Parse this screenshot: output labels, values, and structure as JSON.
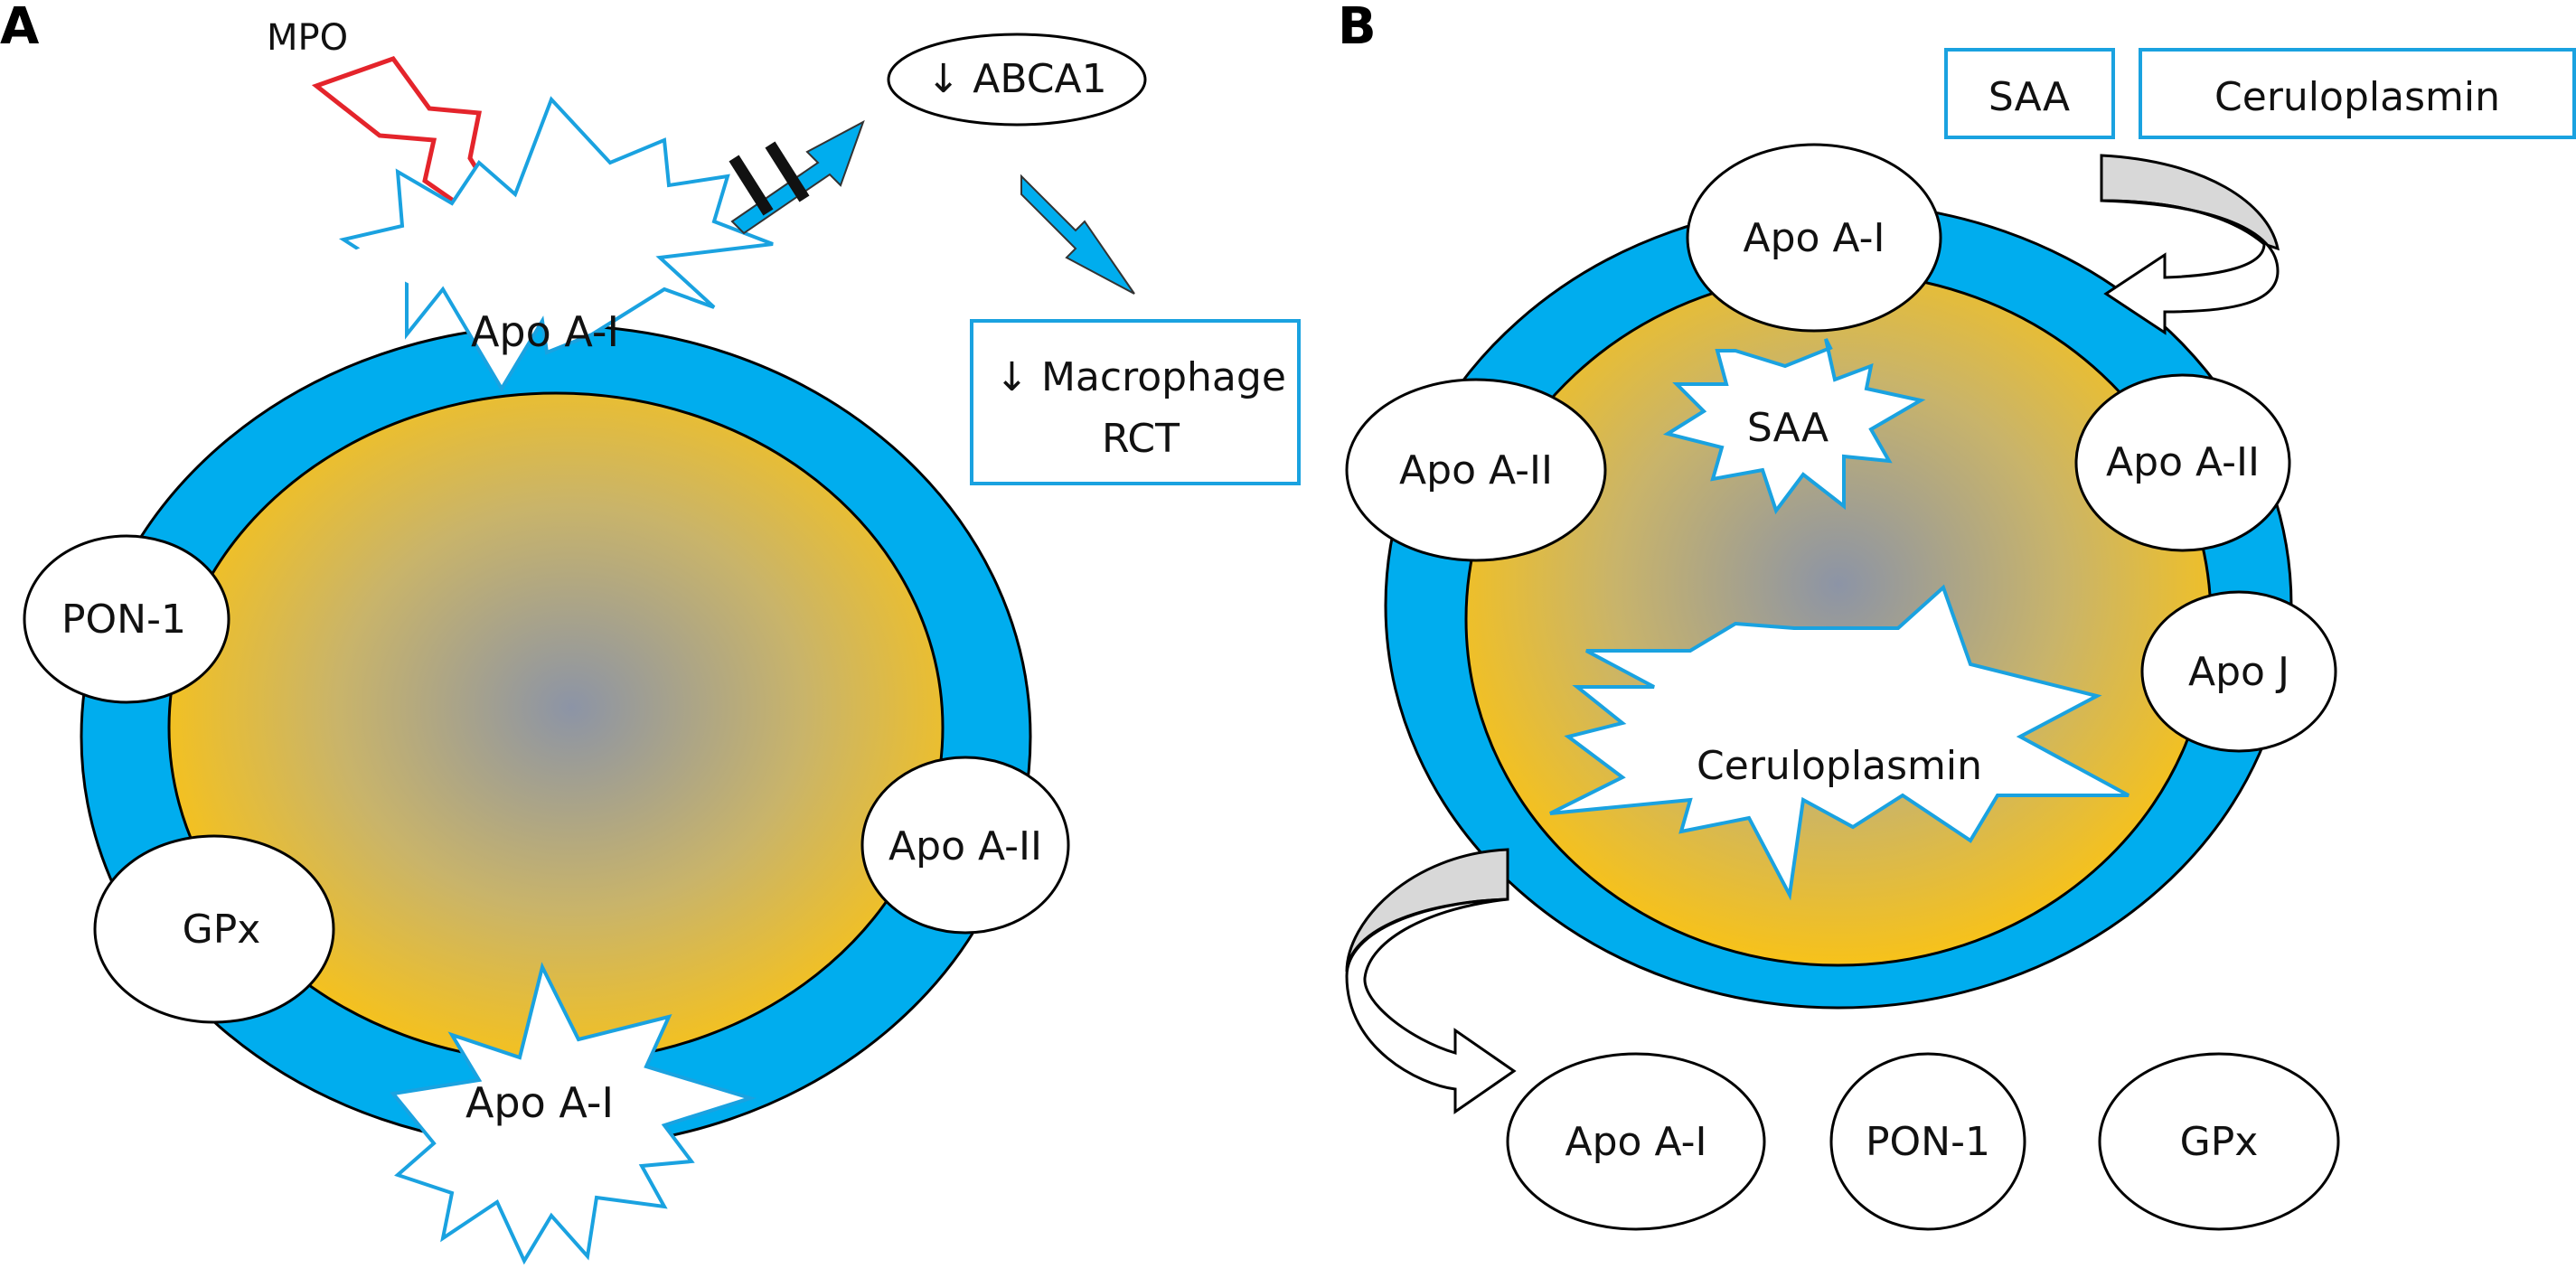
{
  "panels": {
    "a": {
      "label": "A"
    },
    "b": {
      "label": "B"
    }
  },
  "panel_a": {
    "mpo": "MPO",
    "abca1": "↓ ABCA1",
    "macrophage_line1": "↓ Macrophage",
    "macrophage_line2": "RCT",
    "apoa1_top": "Apo A-I",
    "apoa1_bottom": "Apo A-I",
    "pon1": "PON-1",
    "gpx": "GPx",
    "apoa2": "Apo A-II"
  },
  "panel_b": {
    "box_saa": "SAA",
    "box_ceruloplasmin": "Ceruloplasmin",
    "apoa1": "Apo A-I",
    "apoa2_left": "Apo A-II",
    "apoa2_right": "Apo A-II",
    "apoj": "Apo J",
    "saa_star": "SAA",
    "ceruloplasmin_star": "Ceruloplasmin",
    "out_apoa1": "Apo A-I",
    "out_pon1": "PON-1",
    "out_gpx": "GPx"
  },
  "colors": {
    "shell": "#00adee",
    "core": "#f6c217",
    "core_center": "#8c94a6",
    "mpo_bolt": "#e4242b",
    "outline_blue": "#1aa2e0",
    "curved_arrow_fill": "#d8d8d8"
  }
}
